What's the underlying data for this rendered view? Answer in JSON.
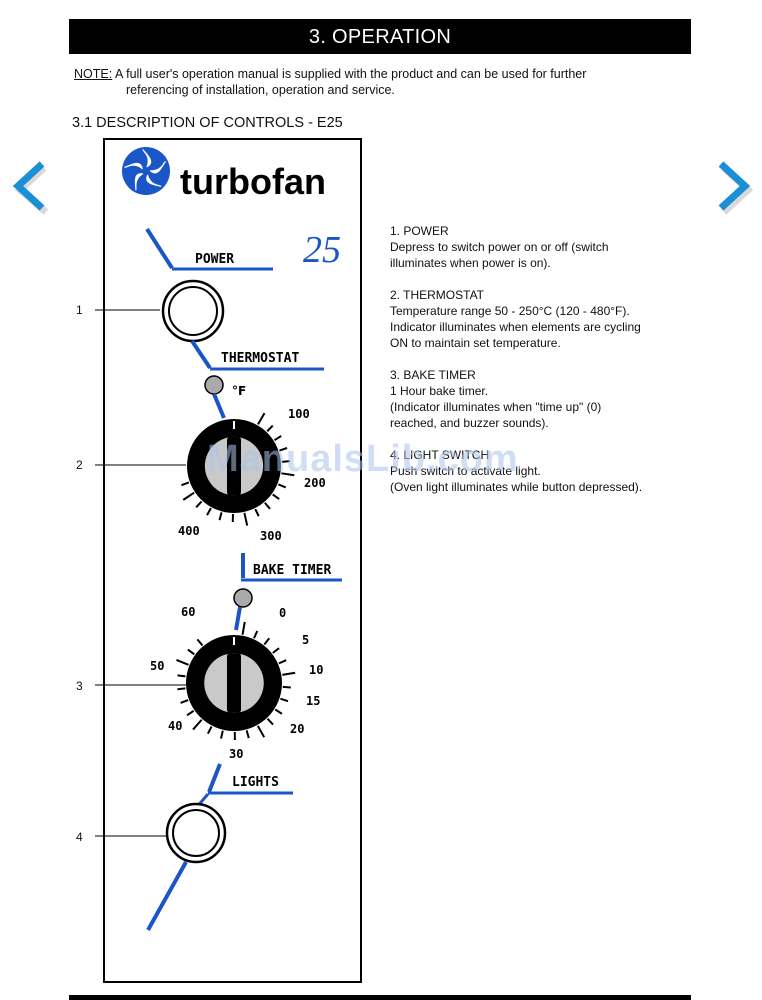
{
  "header": {
    "title": "3. OPERATION"
  },
  "note": {
    "label": "NOTE:",
    "line1": " A full user's operation manual is supplied with the product and can be used for further",
    "line2": "referencing of installation, operation and service."
  },
  "section_title": "3.1 DESCRIPTION OF CONTROLS - E25",
  "panel": {
    "brand": "turbofan",
    "model": "25",
    "labels": {
      "power": "POWER",
      "thermostat": "THERMOSTAT",
      "unit": "°F",
      "bake_timer": "BAKE TIMER",
      "lights": "LIGHTS"
    },
    "thermostat_ticks": [
      "100",
      "200",
      "300",
      "400"
    ],
    "timer_ticks": [
      "60",
      "0",
      "5",
      "10",
      "15",
      "20",
      "30",
      "40",
      "50"
    ]
  },
  "callouts": [
    "1",
    "2",
    "3",
    "4"
  ],
  "descriptions": [
    {
      "title": "1. POWER",
      "lines": [
        "Depress to switch power on or off (switch",
        "illuminates when power is on)."
      ]
    },
    {
      "title": "2. THERMOSTAT",
      "lines": [
        "Temperature range 50 - 250°C (120 - 480°F).",
        "Indicator illuminates when elements are cycling",
        "ON to maintain set temperature."
      ]
    },
    {
      "title": "3. BAKE TIMER",
      "lines": [
        "1 Hour bake timer.",
        "(Indicator illuminates when \"time up\" (0)",
        "reached, and buzzer sounds)."
      ]
    },
    {
      "title": "4. LIGHT SWITCH",
      "lines": [
        "Push switch to activate light.",
        "(Oven light illuminates while button depressed)."
      ]
    }
  ],
  "watermark": "ManualsLib.com",
  "colors": {
    "accent_blue": "#1a56c8",
    "nav_blue": "#1a8fd6",
    "black": "#000000"
  },
  "icons": {
    "prev": "chevron-left-icon",
    "next": "chevron-right-icon",
    "logo": "fan-logo-icon"
  }
}
